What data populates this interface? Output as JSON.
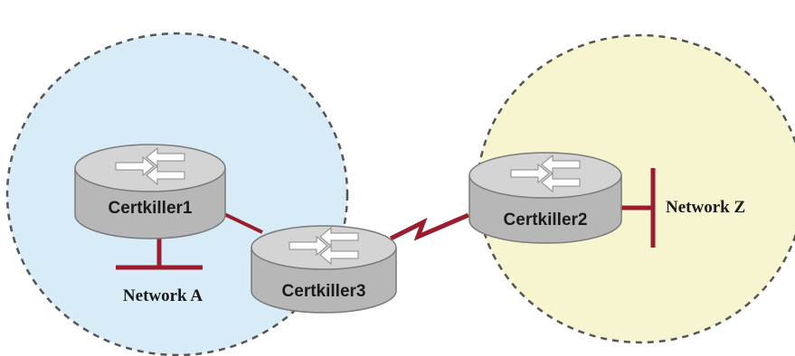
{
  "colors": {
    "zone_left_fill": "#d7ecf6",
    "zone_right_fill": "#f7f5cf",
    "zone_border": "#555555",
    "link": "#9b1c2c",
    "router_body": "#b7b7b7",
    "router_top": "#d4d4d4",
    "router_arrows": "#ffffff"
  },
  "zones": [
    {
      "id": "left-zone"
    },
    {
      "id": "right-zone"
    }
  ],
  "routers": [
    {
      "id": "r1",
      "label": "Certkiller1",
      "icon": "router-icon"
    },
    {
      "id": "r2",
      "label": "Certkiller2",
      "icon": "router-icon"
    },
    {
      "id": "r3",
      "label": "Certkiller3",
      "icon": "router-icon"
    }
  ],
  "networks": [
    {
      "id": "net-a",
      "label": "Network A",
      "attached_to": "Certkiller1"
    },
    {
      "id": "net-z",
      "label": "Network Z",
      "attached_to": "Certkiller2"
    }
  ],
  "links": [
    {
      "from": "Certkiller1",
      "to": "Certkiller3",
      "kind": "ethernet"
    },
    {
      "from": "Certkiller3",
      "to": "Certkiller2",
      "kind": "serial"
    }
  ]
}
